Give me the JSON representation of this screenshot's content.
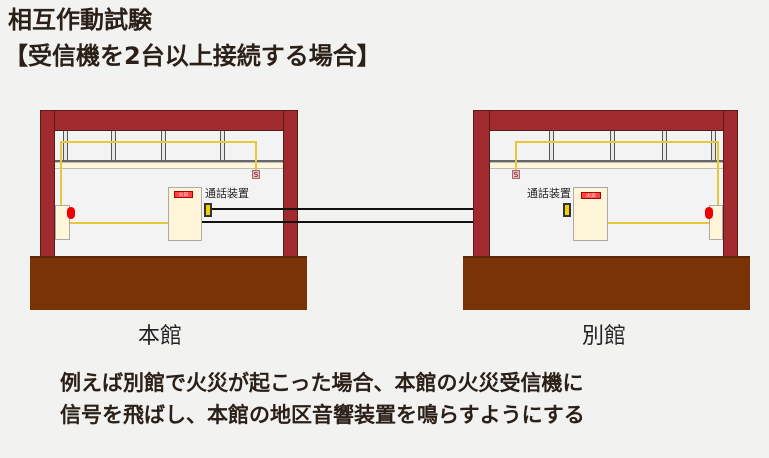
{
  "title": {
    "line1": "相互作動試験",
    "line2": "【受信機を2台以上接続する場合】"
  },
  "buildings": [
    {
      "name": "本館",
      "phone_label": "通話装置",
      "panel_label": "火災",
      "detector_label": "S"
    },
    {
      "name": "別館",
      "phone_label": "通話装置",
      "panel_label": "火災",
      "detector_label": "S"
    }
  ],
  "description": {
    "line1": "例えば別館で火災が起こった場合、本館の火災受信機に",
    "line2": "信号を飛ばし、本館の地区音響装置を鳴らすようにする"
  },
  "colors": {
    "frame": "#a02a2d",
    "ground": "#7a3306",
    "wire": "#e7c83a"
  }
}
